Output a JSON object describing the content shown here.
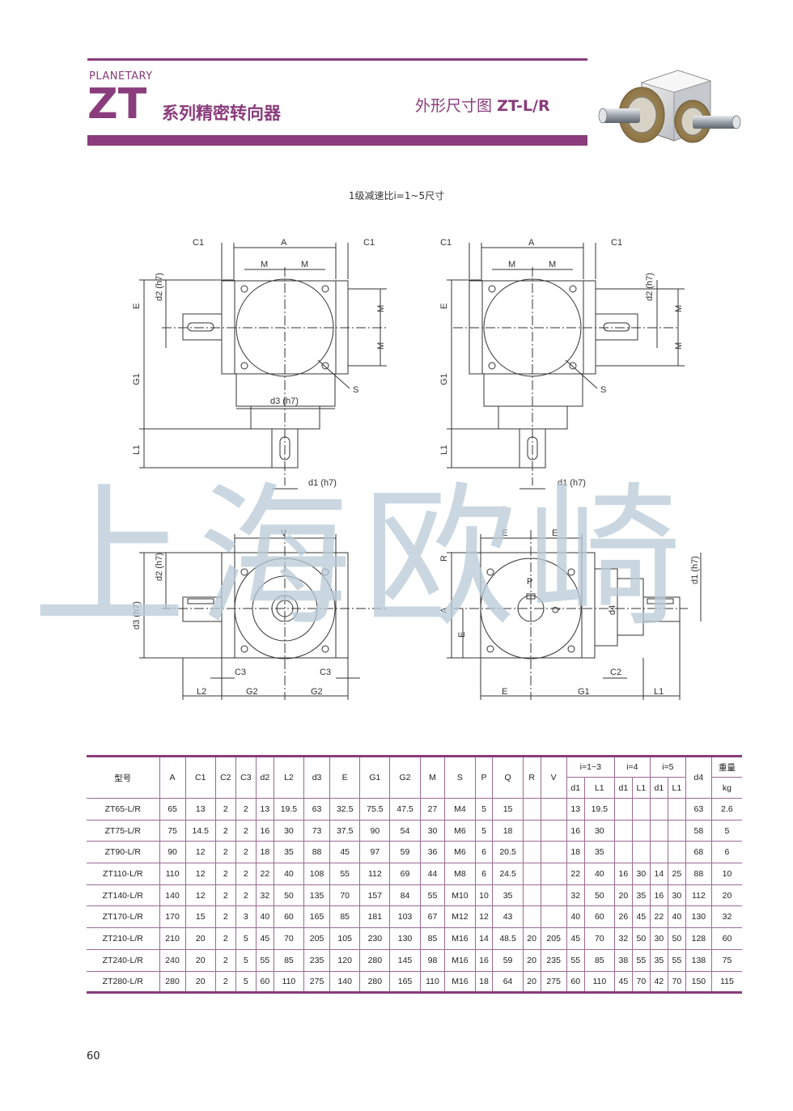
{
  "header": {
    "planetary": "PLANETARY",
    "brand": "ZT",
    "series": "系列精密转向器",
    "dim_title_prefix": "外形尺寸图",
    "dim_title_model": "ZT-L/R"
  },
  "ratio_title": "1级减速比i=1~5尺寸",
  "watermark": "上海欧崎",
  "page_number": "60",
  "drawing_labels": {
    "A": "A",
    "C1": "C1",
    "M": "M",
    "E": "E",
    "G1": "G1",
    "L1": "L1",
    "d2": "d2 (h7)",
    "d3": "d3 (h7)",
    "d1": "d1 (h7)",
    "S": "S",
    "V": "V",
    "R": "R",
    "P": "P",
    "Q": "Q",
    "d4": "d4",
    "C2": "C2",
    "C3": "C3",
    "L2": "L2",
    "G2": "G2"
  },
  "table": {
    "headers_row1": [
      "型号",
      "A",
      "C1",
      "C2",
      "C3",
      "d2",
      "L2",
      "d3",
      "E",
      "G1",
      "G2",
      "M",
      "S",
      "P",
      "Q",
      "R",
      "V",
      "i=1~3",
      "i=4",
      "i=5",
      "d4",
      "重量"
    ],
    "headers_row2": [
      "d1",
      "L1",
      "d1",
      "L1",
      "d1",
      "L1",
      "kg"
    ],
    "rows": [
      [
        "ZT65-L/R",
        "65",
        "13",
        "2",
        "2",
        "13",
        "19.5",
        "63",
        "32.5",
        "75.5",
        "47.5",
        "27",
        "M4",
        "5",
        "15",
        "",
        "",
        "13",
        "19.5",
        "",
        "",
        "",
        "",
        "63",
        "2.6"
      ],
      [
        "ZT75-L/R",
        "75",
        "14.5",
        "2",
        "2",
        "16",
        "30",
        "73",
        "37.5",
        "90",
        "54",
        "30",
        "M6",
        "5",
        "18",
        "",
        "",
        "16",
        "30",
        "",
        "",
        "",
        "",
        "58",
        "5"
      ],
      [
        "ZT90-L/R",
        "90",
        "12",
        "2",
        "2",
        "18",
        "35",
        "88",
        "45",
        "97",
        "59",
        "36",
        "M6",
        "6",
        "20.5",
        "",
        "",
        "18",
        "35",
        "",
        "",
        "",
        "",
        "68",
        "6"
      ],
      [
        "ZT110-L/R",
        "110",
        "12",
        "2",
        "2",
        "22",
        "40",
        "108",
        "55",
        "112",
        "69",
        "44",
        "M8",
        "6",
        "24.5",
        "",
        "",
        "22",
        "40",
        "16",
        "30",
        "14",
        "25",
        "88",
        "10"
      ],
      [
        "ZT140-L/R",
        "140",
        "12",
        "2",
        "2",
        "32",
        "50",
        "135",
        "70",
        "157",
        "84",
        "55",
        "M10",
        "10",
        "35",
        "",
        "",
        "32",
        "50",
        "20",
        "35",
        "16",
        "30",
        "112",
        "20"
      ],
      [
        "ZT170-L/R",
        "170",
        "15",
        "2",
        "3",
        "40",
        "60",
        "165",
        "85",
        "181",
        "103",
        "67",
        "M12",
        "12",
        "43",
        "",
        "",
        "40",
        "60",
        "26",
        "45",
        "22",
        "40",
        "130",
        "32"
      ],
      [
        "ZT210-L/R",
        "210",
        "20",
        "2",
        "5",
        "45",
        "70",
        "205",
        "105",
        "230",
        "130",
        "85",
        "M16",
        "14",
        "48.5",
        "20",
        "205",
        "45",
        "70",
        "32",
        "50",
        "30",
        "50",
        "128",
        "60"
      ],
      [
        "ZT240-L/R",
        "240",
        "20",
        "2",
        "5",
        "55",
        "85",
        "235",
        "120",
        "280",
        "145",
        "98",
        "M16",
        "16",
        "59",
        "20",
        "235",
        "55",
        "85",
        "38",
        "55",
        "35",
        "55",
        "138",
        "75"
      ],
      [
        "ZT280-L/R",
        "280",
        "20",
        "2",
        "5",
        "60",
        "110",
        "275",
        "140",
        "280",
        "165",
        "110",
        "M16",
        "18",
        "64",
        "20",
        "275",
        "60",
        "110",
        "45",
        "70",
        "42",
        "70",
        "150",
        "115"
      ]
    ]
  }
}
